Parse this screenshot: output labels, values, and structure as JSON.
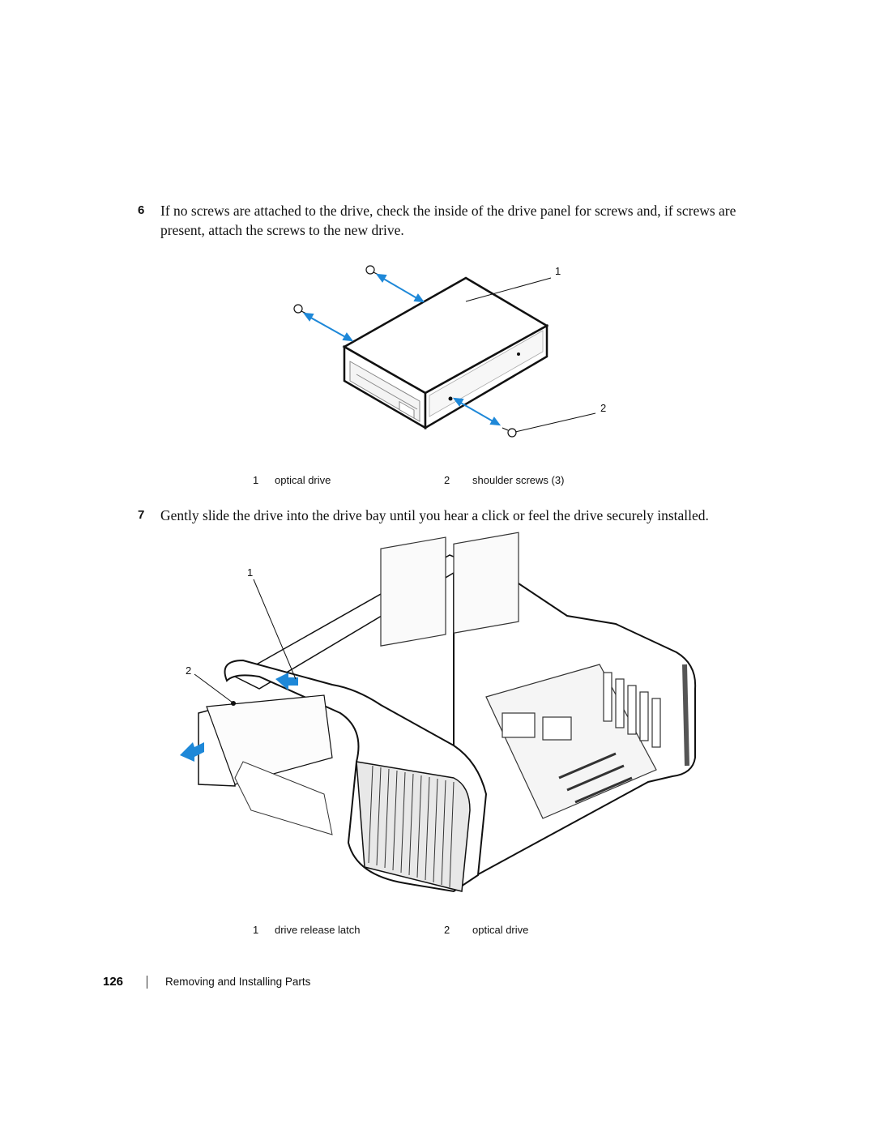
{
  "steps": [
    {
      "number": "6",
      "text": "If no screws are attached to the drive, check the inside of the drive panel for screws and, if screws are present, attach the screws to the new drive."
    },
    {
      "number": "7",
      "text": "Gently slide the drive into the drive bay until you hear a click or feel the drive securely installed."
    }
  ],
  "figure1": {
    "callouts": [
      "1",
      "2"
    ],
    "legend": [
      {
        "num": "1",
        "label": "optical drive"
      },
      {
        "num": "2",
        "label": "shoulder screws (3)"
      }
    ]
  },
  "figure2": {
    "callouts": [
      "1",
      "2"
    ],
    "legend": [
      {
        "num": "1",
        "label": "drive release latch"
      },
      {
        "num": "2",
        "label": "optical drive"
      }
    ]
  },
  "footer": {
    "page_number": "126",
    "section_title": "Removing and Installing Parts"
  },
  "colors": {
    "arrow": "#1e88d8",
    "line": "#111111"
  }
}
